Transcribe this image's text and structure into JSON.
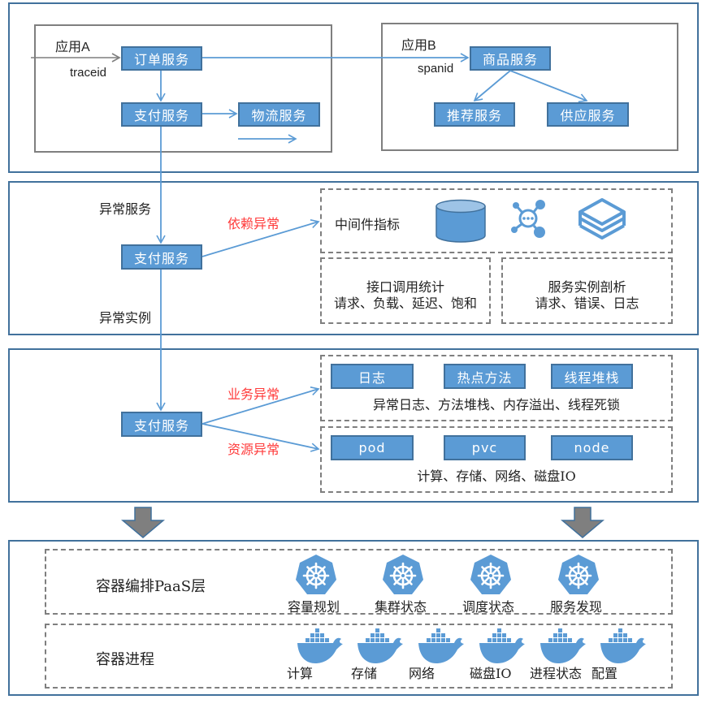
{
  "top": {
    "app_a": {
      "title": "应用A",
      "trace_label": "traceid",
      "services": [
        "订单服务",
        "支付服务",
        "物流服务"
      ]
    },
    "app_b": {
      "title": "应用B",
      "span_label": "spanid",
      "services": [
        "商品服务",
        "推荐服务",
        "供应服务"
      ]
    }
  },
  "middle": {
    "left_label_top": "异常服务",
    "left_label_bottom": "异常实例",
    "service": "支付服务",
    "edge_label": "依赖异常",
    "middleware": {
      "title": "中间件指标",
      "icons": [
        "database-icon",
        "network-hub-icon",
        "layers-icon"
      ]
    },
    "interface_stats": {
      "title": "接口调用统计",
      "items": "请求、负载、延迟、饱和"
    },
    "instance_profile": {
      "title": "服务实例剖析",
      "items": "请求、错误、日志"
    }
  },
  "lower": {
    "service": "支付服务",
    "edge_business": "业务异常",
    "edge_resource": "资源异常",
    "business": {
      "buttons": [
        "日志",
        "热点方法",
        "线程堆栈"
      ],
      "desc": "异常日志、方法堆栈、内存溢出、线程死锁"
    },
    "resource": {
      "buttons": [
        "pod",
        "pvc",
        "node"
      ],
      "desc": "计算、存储、网络、磁盘IO"
    }
  },
  "bottom": {
    "paas": {
      "title": "容器编排PaaS层",
      "items": [
        "容量规划",
        "集群状态",
        "调度状态",
        "服务发现"
      ]
    },
    "process": {
      "title": "容器进程",
      "items": [
        "计算",
        "存储",
        "网络",
        "磁盘IO",
        "进程状态",
        "配置"
      ]
    }
  },
  "colors": {
    "service_fill": "#5b9bd5",
    "service_border": "#41719c",
    "panel_border": "#41719c",
    "dashed_border": "#7f7f7f",
    "alert_text": "#ff3b3b",
    "down_arrow": "#7f7f7f"
  }
}
